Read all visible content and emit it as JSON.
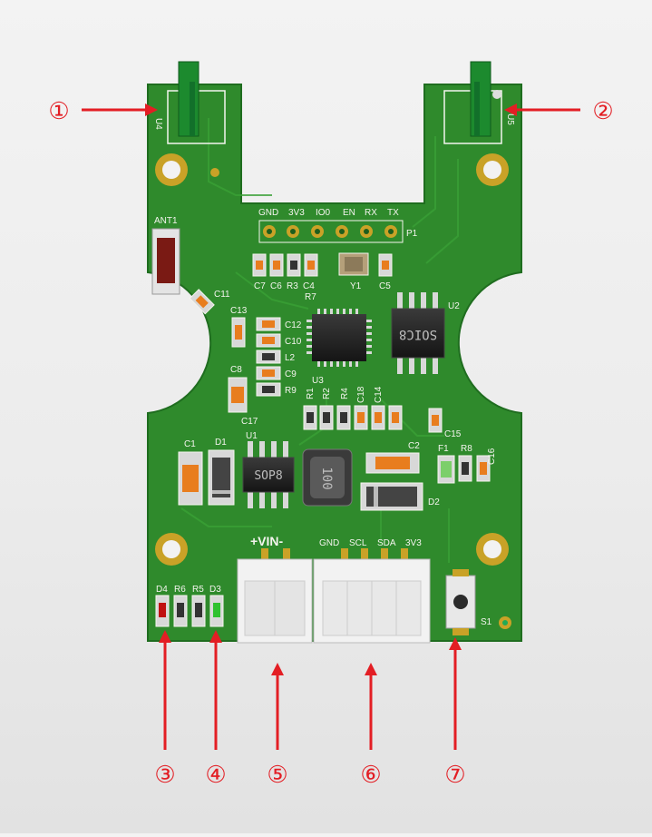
{
  "board": {
    "header_pins": [
      "GND",
      "3V3",
      "IO0",
      "EN",
      "RX",
      "TX"
    ],
    "header_ref": "P1",
    "power_label": "+VIN-",
    "i2c_pins": [
      "GND",
      "SCL",
      "SDA",
      "3V3"
    ],
    "chip_sop8": "SOP8",
    "chip_soic8": "SOIC8",
    "inductor_mark": "100",
    "refs": {
      "ant1": "ANT1",
      "u1": "U1",
      "u2": "U2",
      "u3": "U3",
      "u4": "U4",
      "u5": "U5",
      "y1": "Y1",
      "p1": "P1",
      "s1": "S1",
      "f1": "F1",
      "l2": "L2",
      "c1": "C1",
      "c2": "C2",
      "c4": "C4",
      "c5": "C5",
      "c6": "C6",
      "c7": "C7",
      "c8": "C8",
      "c9": "C9",
      "c10": "C10",
      "c11": "C11",
      "c12": "C12",
      "c13": "C13",
      "c14": "C14",
      "c15": "C15",
      "c16": "C16",
      "c17": "C17",
      "c18": "C18",
      "r1": "R1",
      "r2": "R2",
      "r3": "R3",
      "r4": "R4",
      "r5": "R5",
      "r6": "R6",
      "r7": "R7",
      "r8": "R8",
      "r9": "R9",
      "d1": "D1",
      "d2": "D2",
      "d3": "D3",
      "d4": "D4"
    }
  },
  "callouts": [
    "①",
    "②",
    "③",
    "④",
    "⑤",
    "⑥",
    "⑦"
  ],
  "colors": {
    "pcb": "#2f8a2c",
    "pcb_edge": "#1f6d1f",
    "silk": "#f4f4ee",
    "gold": "#c9a227",
    "callout": "#e31e24"
  }
}
